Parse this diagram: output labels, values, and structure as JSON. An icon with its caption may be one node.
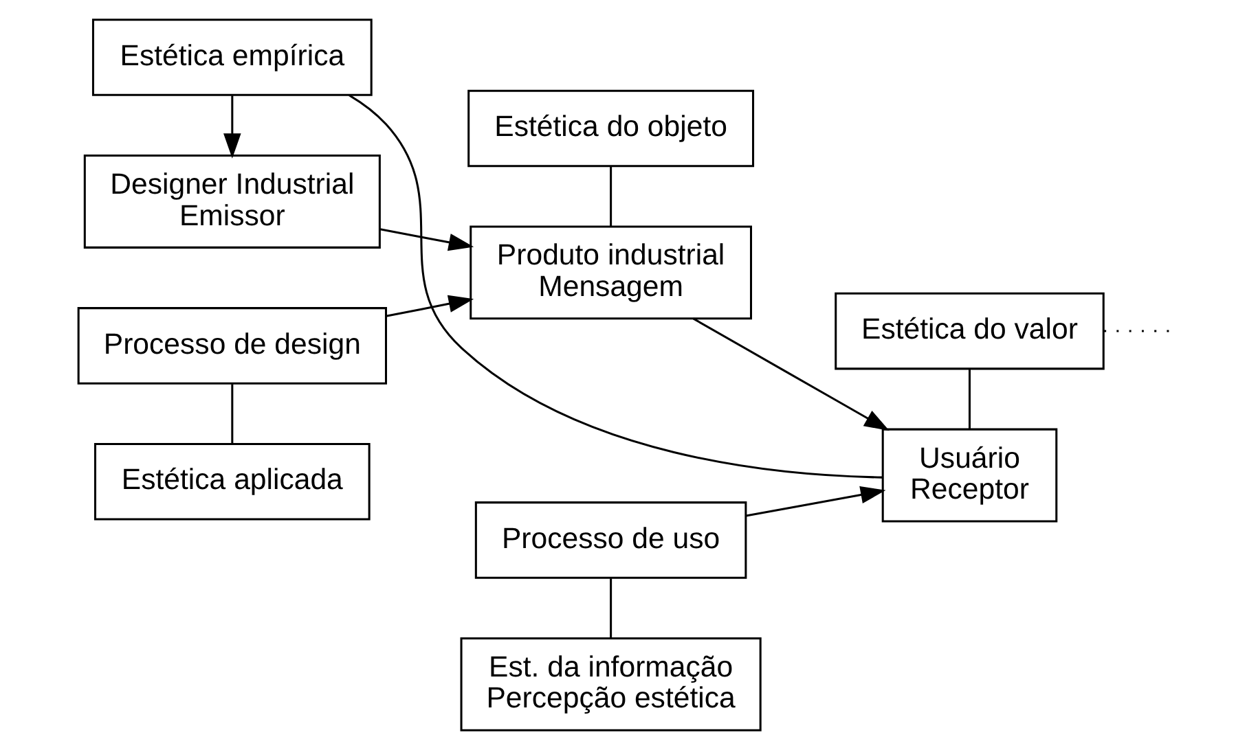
{
  "diagram": {
    "nodes": [
      {
        "text": [
          "Estética do objeto"
        ]
      },
      {
        "text": [
          "Estética do valor"
        ]
      },
      {
        "text": [
          "Designer Industrial",
          "Emissor"
        ]
      },
      {
        "text": [
          "Produto industrial",
          "Mensagem"
        ]
      },
      {
        "text": [
          "Usuário",
          "Receptor"
        ]
      },
      {
        "text": [
          "Processo de design"
        ]
      },
      {
        "text": [
          "Processo de uso"
        ]
      },
      {
        "text": [
          "Estética aplicada"
        ]
      },
      {
        "text": [
          "Est. da informação",
          "Percepção estética"
        ]
      },
      {
        "text": [
          "Estética empírica"
        ]
      }
    ],
    "edges": [
      {
        "from": 2,
        "to": 3,
        "arrow": "to"
      },
      {
        "from": 5,
        "to": 3,
        "arrow": "to"
      },
      {
        "from": 3,
        "to": 4,
        "arrow": "to"
      },
      {
        "from": 6,
        "to": 4,
        "arrow": "to"
      },
      {
        "from": 0,
        "to": 3,
        "arrow": "none"
      },
      {
        "from": 1,
        "to": 4,
        "arrow": "none"
      },
      {
        "from": 5,
        "to": 7,
        "arrow": "none"
      },
      {
        "from": 6,
        "to": 8,
        "arrow": "none"
      },
      {
        "from": 4,
        "to": 9,
        "arrow": "none"
      },
      {
        "from": 9,
        "to": 2,
        "arrow": "to"
      },
      {
        "from": 1,
        "to": null,
        "arrow": "none",
        "style": "dashed"
      }
    ]
  }
}
